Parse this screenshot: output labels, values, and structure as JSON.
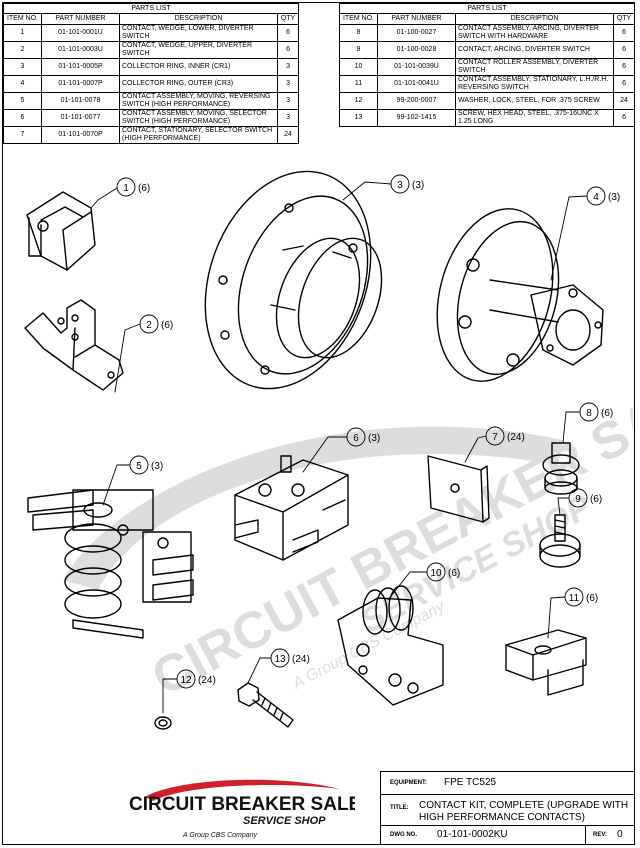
{
  "parts_list": {
    "title": "PARTS LIST",
    "headers": [
      "ITEM NO.",
      "PART NUMBER",
      "DESCRIPTION",
      "QTY"
    ],
    "rows_left": [
      {
        "item": "1",
        "part": "01-101-0001U",
        "desc": "CONTACT, WEDGE, LOWER, DIVERTER SWITCH",
        "qty": "6"
      },
      {
        "item": "2",
        "part": "01-101-0003U",
        "desc": "CONTACT, WEDGE, UPPER, DIVERTER SWITCH",
        "qty": "6"
      },
      {
        "item": "3",
        "part": "01-101-0005P",
        "desc": "COLLECTOR RING, INNER (CR1)",
        "qty": "3"
      },
      {
        "item": "4",
        "part": "01-101-0007P",
        "desc": "COLLECTOR RING, OUTER (CR3)",
        "qty": "3"
      },
      {
        "item": "5",
        "part": "01-101-0078",
        "desc": "CONTACT ASSEMBLY, MOVING, REVERSING SWITCH (HIGH PERFORMANCE)",
        "qty": "3"
      },
      {
        "item": "6",
        "part": "01-101-0077",
        "desc": "CONTACT ASSEMBLY, MOVING, SELECTOR SWITCH (HIGH PERFORMANCE)",
        "qty": "3"
      },
      {
        "item": "7",
        "part": "01-101-0070P",
        "desc": "CONTACT, STATIONARY, SELECTOR SWITCH (HIGH PERFORMANCE)",
        "qty": "24"
      }
    ],
    "rows_right": [
      {
        "item": "8",
        "part": "01-100-0027",
        "desc": "CONTACT ASSEMBLY, ARCING, DIVERTER SWITCH WITH HARDWARE",
        "qty": "6"
      },
      {
        "item": "9",
        "part": "01-100-0028",
        "desc": "CONTACT, ARCING, DIVERTER SWITCH",
        "qty": "6"
      },
      {
        "item": "10",
        "part": "01-101-0039U",
        "desc": "CONTACT ROLLER ASSEMBLY, DIVERTER SWITCH",
        "qty": "6"
      },
      {
        "item": "11",
        "part": "01-101-0041U",
        "desc": "CONTACT ASSEMBLY, STATIONARY, L.H./R.H. REVERSING SWITCH",
        "qty": "6"
      },
      {
        "item": "12",
        "part": "99-200-0007",
        "desc": "WASHER, LOCK, STEEL, FOR .375 SCREW",
        "qty": "24"
      },
      {
        "item": "13",
        "part": "99-102-1415",
        "desc": "SCREW, HEX HEAD, STEEL, .375-16UNC X 1.25 LONG",
        "qty": "6"
      }
    ]
  },
  "callouts": [
    {
      "num": "1",
      "qty": "(6)"
    },
    {
      "num": "2",
      "qty": "(6)"
    },
    {
      "num": "3",
      "qty": "(3)"
    },
    {
      "num": "4",
      "qty": "(3)"
    },
    {
      "num": "5",
      "qty": "(3)"
    },
    {
      "num": "6",
      "qty": "(3)"
    },
    {
      "num": "7",
      "qty": "(24)"
    },
    {
      "num": "8",
      "qty": "(6)"
    },
    {
      "num": "9",
      "qty": "(6)"
    },
    {
      "num": "10",
      "qty": "(6)"
    },
    {
      "num": "11",
      "qty": "(6)"
    },
    {
      "num": "12",
      "qty": "(24)"
    },
    {
      "num": "13",
      "qty": "(24)"
    }
  ],
  "watermark": {
    "line1": "CIRCUIT BREAKER SALES",
    "line2": "SERVICE SHOP",
    "line3": "A Group CBS Company"
  },
  "logo": {
    "brand": "CIRCUIT BREAKER SALES",
    "sub": "SERVICE SHOP",
    "tagline": "A Group CBS Company",
    "accent": "#d0202a"
  },
  "title_block": {
    "equipment_label": "EQUIPMENT:",
    "equipment": "FPE TC525",
    "title_label": "TITLE:",
    "title_line1": "CONTACT KIT, COMPLETE (UPGRADE WITH",
    "title_line2": "HIGH PERFORMANCE CONTACTS)",
    "dwg_label": "DWG NO.",
    "dwg_no": "01-101-0002KU",
    "rev_label": "REV:",
    "rev": "0"
  }
}
